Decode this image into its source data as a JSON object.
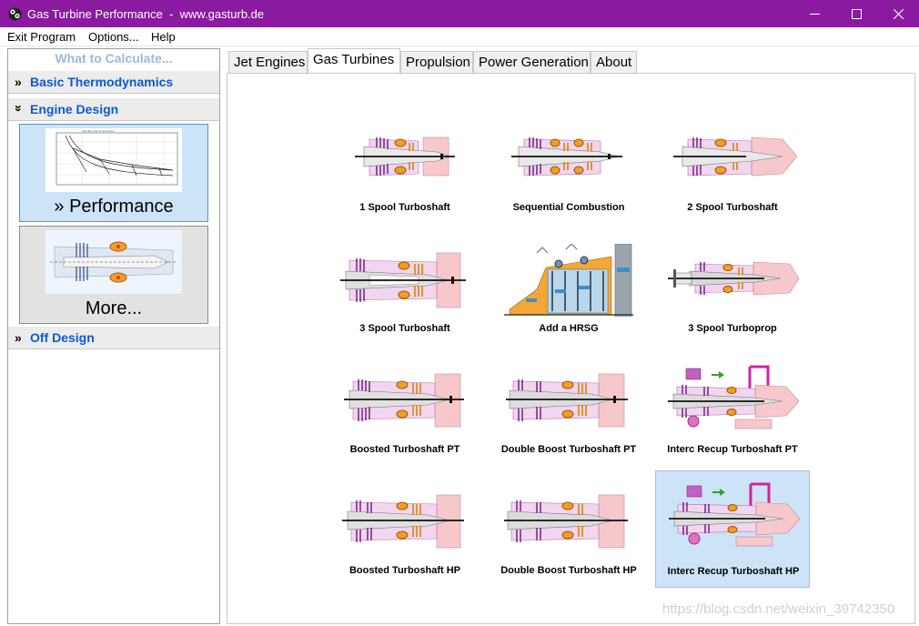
{
  "window": {
    "title": "Gas Turbine Performance  -  www.gasturb.de",
    "accent": "#8a1a9f"
  },
  "menu": [
    "Exit Program",
    "Options...",
    "Help"
  ],
  "sidebar": {
    "header": "What to Calculate...",
    "sections": [
      {
        "chevron": "»",
        "label": "Basic Thermodynamics"
      },
      {
        "chevron": "»",
        "label": "Engine Design"
      },
      {
        "chevron": "»",
        "label": "Off Design"
      }
    ],
    "cards": [
      {
        "label": "» Performance",
        "icon": "performance-chart-icon",
        "selected": true
      },
      {
        "label": "More...",
        "icon": "engine-cutaway-icon",
        "selected": false
      }
    ]
  },
  "tabs": [
    "Jet Engines",
    "Gas Turbines",
    "Propulsion",
    "Power Generation",
    "About"
  ],
  "active_tab": "Gas Turbines",
  "engines": [
    {
      "label": "1 Spool Turboshaft",
      "icon": "single-spool-turboshaft-icon"
    },
    {
      "label": "Sequential Combustion",
      "icon": "sequential-combustion-icon"
    },
    {
      "label": "2 Spool Turboshaft",
      "icon": "two-spool-turboshaft-icon"
    },
    {
      "label": "3 Spool Turboshaft",
      "icon": "three-spool-turboshaft-icon"
    },
    {
      "label": "Add a HRSG",
      "icon": "hrsg-plant-icon"
    },
    {
      "label": "3 Spool Turboprop",
      "icon": "three-spool-turboprop-icon"
    },
    {
      "label": "Boosted Turboshaft PT",
      "icon": "boosted-turboshaft-pt-icon"
    },
    {
      "label": "Double Boost Turboshaft PT",
      "icon": "double-boost-turboshaft-pt-icon"
    },
    {
      "label": "Interc Recup Turboshaft PT",
      "icon": "interc-recup-turboshaft-pt-icon"
    },
    {
      "label": "Boosted Turboshaft HP",
      "icon": "boosted-turboshaft-hp-icon"
    },
    {
      "label": "Double Boost Turboshaft HP",
      "icon": "double-boost-turboshaft-hp-icon"
    },
    {
      "label": "Interc Recup Turboshaft HP",
      "icon": "interc-recup-turboshaft-hp-icon",
      "selected": true
    }
  ],
  "watermark": "https://blog.csdn.net/weixin_39742350"
}
